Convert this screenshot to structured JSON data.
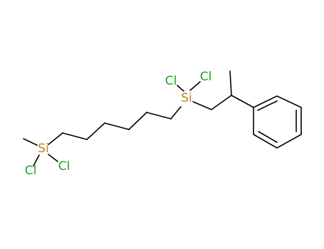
{
  "molecule": {
    "atoms": {
      "si_left": {
        "label": "Si",
        "color": "#b8860b"
      },
      "cl_left_a": {
        "label": "Cl",
        "color": "#1fa51f"
      },
      "cl_left_b": {
        "label": "Cl",
        "color": "#1fa51f"
      },
      "si_right": {
        "label": "Si",
        "color": "#b8860b"
      },
      "cl_right_a": {
        "label": "Cl",
        "color": "#1fa51f"
      },
      "cl_right_b": {
        "label": "Cl",
        "color": "#1fa51f"
      }
    },
    "bond_color": "#000000"
  }
}
